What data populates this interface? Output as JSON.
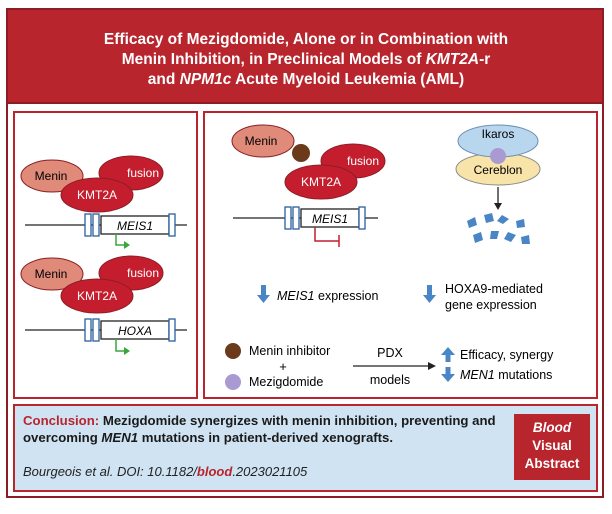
{
  "title": {
    "line1": "Efficacy of Mezigdomide, Alone or in Combination with",
    "line2_pre": "Menin Inhibition, in Preclinical Models of ",
    "line2_ital": "KMT2A",
    "line2_post": "-r",
    "line3_pre": "and ",
    "line3_ital": "NPM1c",
    "line3_post": " Acute Myeloid Leukemia (AML)"
  },
  "left_panel": {
    "top": {
      "menin": "Menin",
      "fusion": "fusion",
      "kmt2a": "KMT2A",
      "gene": "MEIS1"
    },
    "bottom": {
      "menin": "Menin",
      "fusion": "fusion",
      "kmt2a": "KMT2A",
      "gene": "HOXA"
    }
  },
  "right_panel": {
    "menin": "Menin",
    "fusion": "fusion",
    "kmt2a": "KMT2A",
    "gene": "MEIS1",
    "ikaros": "Ikaros",
    "cereblon": "Cereblon",
    "effect1_gene": "MEIS1",
    "effect1_rest": " expression",
    "effect2_line1": "HOXA9-mediated",
    "effect2_line2": "gene expression",
    "menin_inhibitor": "Menin inhibitor",
    "plus": "+",
    "mezigdomide": "Mezigdomide",
    "pdx": "PDX",
    "models": "models",
    "outcome1": "Efficacy, synergy",
    "outcome2_gene": "MEN1",
    "outcome2_rest": " mutations"
  },
  "conclusion": {
    "label": "Conclusion:",
    "text_pre": " Mezigdomide synergizes with menin inhibition, preventing and overcoming ",
    "text_gene": "MEN1",
    "text_post": " mutations in patient-derived xenografts."
  },
  "citation": {
    "pre": "Bourgeois et al. DOI: 10.1182/",
    "journal": "blood",
    "post": ".2023021105"
  },
  "badge": {
    "line1": "Blood",
    "line2": "Visual",
    "line3": "Abstract"
  },
  "colors": {
    "brand_red": "#b8252d",
    "menin_pink": "#e08a7a",
    "kmt2a_red": "#c41e2e",
    "arrow_blue": "#4a86c5",
    "green": "#3aa63a"
  }
}
